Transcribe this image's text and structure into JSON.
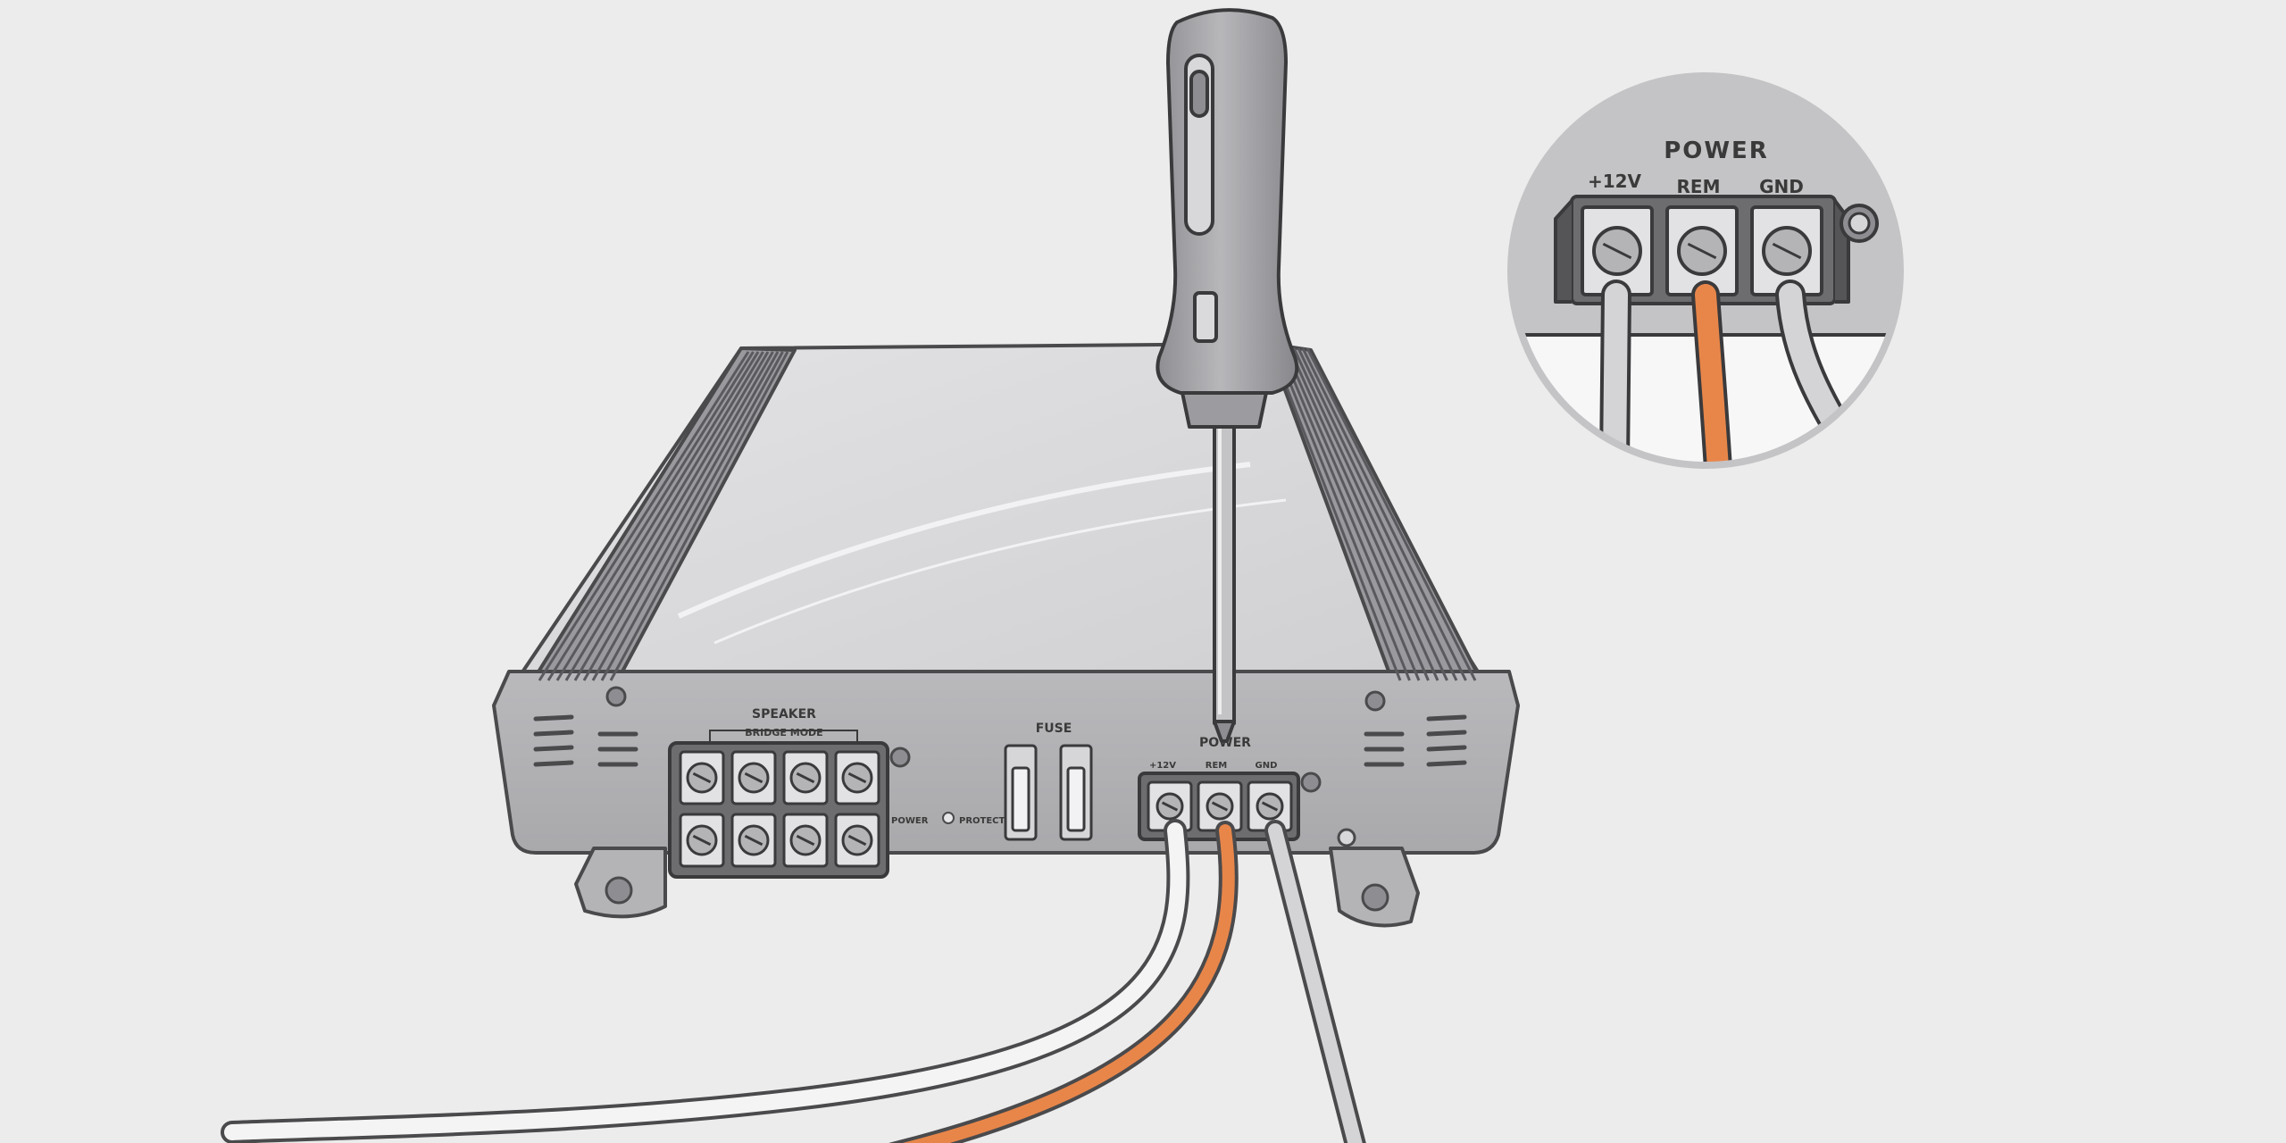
{
  "colors": {
    "background": "#ececec",
    "chassis": "#c9c9cb",
    "chassis_top": "#d9d9db",
    "chassis_dark": "#8e8e92",
    "outline": "#4a4a4c",
    "terminal": "#6d6d70",
    "wire_white": "#f4f4f4",
    "wire_gray": "#d4d4d6",
    "wire_orange": "#e8864a",
    "screwdriver": "#a6a6a9"
  },
  "amplifier": {
    "speaker_label": "SPEAKER",
    "bridge_label": "BRIDGE MODE",
    "fuse_label": "FUSE",
    "power_label": "POWER",
    "terminal_labels": [
      "+12V",
      "REM",
      "GND"
    ],
    "power_led_label": "POWER",
    "protect_led_label": "PROTECT"
  },
  "inset": {
    "title": "POWER",
    "terminal_labels": [
      "+12V",
      "REM",
      "GND"
    ]
  },
  "icons": {
    "screwdriver": "screwdriver-icon",
    "screw": "screw-icon"
  }
}
